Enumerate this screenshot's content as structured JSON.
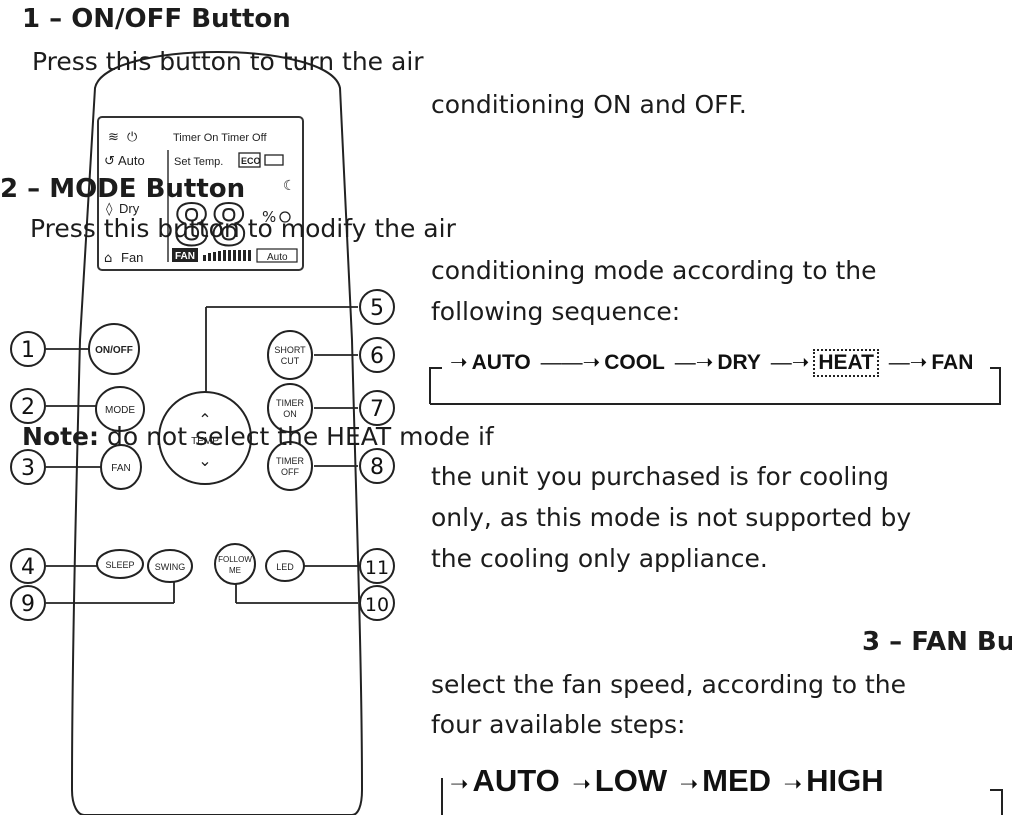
{
  "remote": {
    "lcd": {
      "row1": "Timer On  Timer Off",
      "row2_left": "Auto",
      "row2_mid": "Set Temp.",
      "eco": "ECO",
      "dry": "Dry",
      "fan": "Fan",
      "digits": "88",
      "percent": "%",
      "fan_badge": "FAN",
      "auto_badge": "Auto"
    },
    "buttons": {
      "on_off": "ON/OFF",
      "mode": "MODE",
      "fan": "FAN",
      "temp": "TEMP",
      "short_cut_1": "SHORT",
      "short_cut_2": "CUT",
      "timer_on_1": "TIMER",
      "timer_on_2": "ON",
      "timer_off_1": "TIMER",
      "timer_off_2": "OFF",
      "sleep": "SLEEP",
      "swing": "SWING",
      "follow_me_1": "FOLLOW",
      "follow_me_2": "ME",
      "led": "LED"
    },
    "callouts": [
      "1",
      "2",
      "3",
      "4",
      "5",
      "6",
      "7",
      "8",
      "9",
      "10",
      "11"
    ]
  },
  "sections": {
    "on_off": {
      "heading": "1 – ON/OFF Button",
      "line1": "Press this button to turn the air",
      "line2": "conditioning ON and OFF."
    },
    "mode": {
      "heading": "2 – MODE Button",
      "line1": "Press this button to modify the air",
      "line2": "conditioning mode according to the",
      "line3": "following sequence:",
      "sequence": [
        "AUTO",
        "COOL",
        "DRY",
        "HEAT",
        "FAN"
      ]
    },
    "note": {
      "label": "Note:",
      "line1": " do not select the HEAT mode if",
      "line2": "the unit you purchased is for cooling",
      "line3": "only, as this mode is not supported by",
      "line4": "the cooling only appliance."
    },
    "fan": {
      "heading": "3 – FAN Bu",
      "line1": "select the fan speed, according to the",
      "line2": "four available steps:",
      "sequence": [
        "AUTO",
        "LOW",
        "MED",
        "HIGH"
      ]
    }
  }
}
